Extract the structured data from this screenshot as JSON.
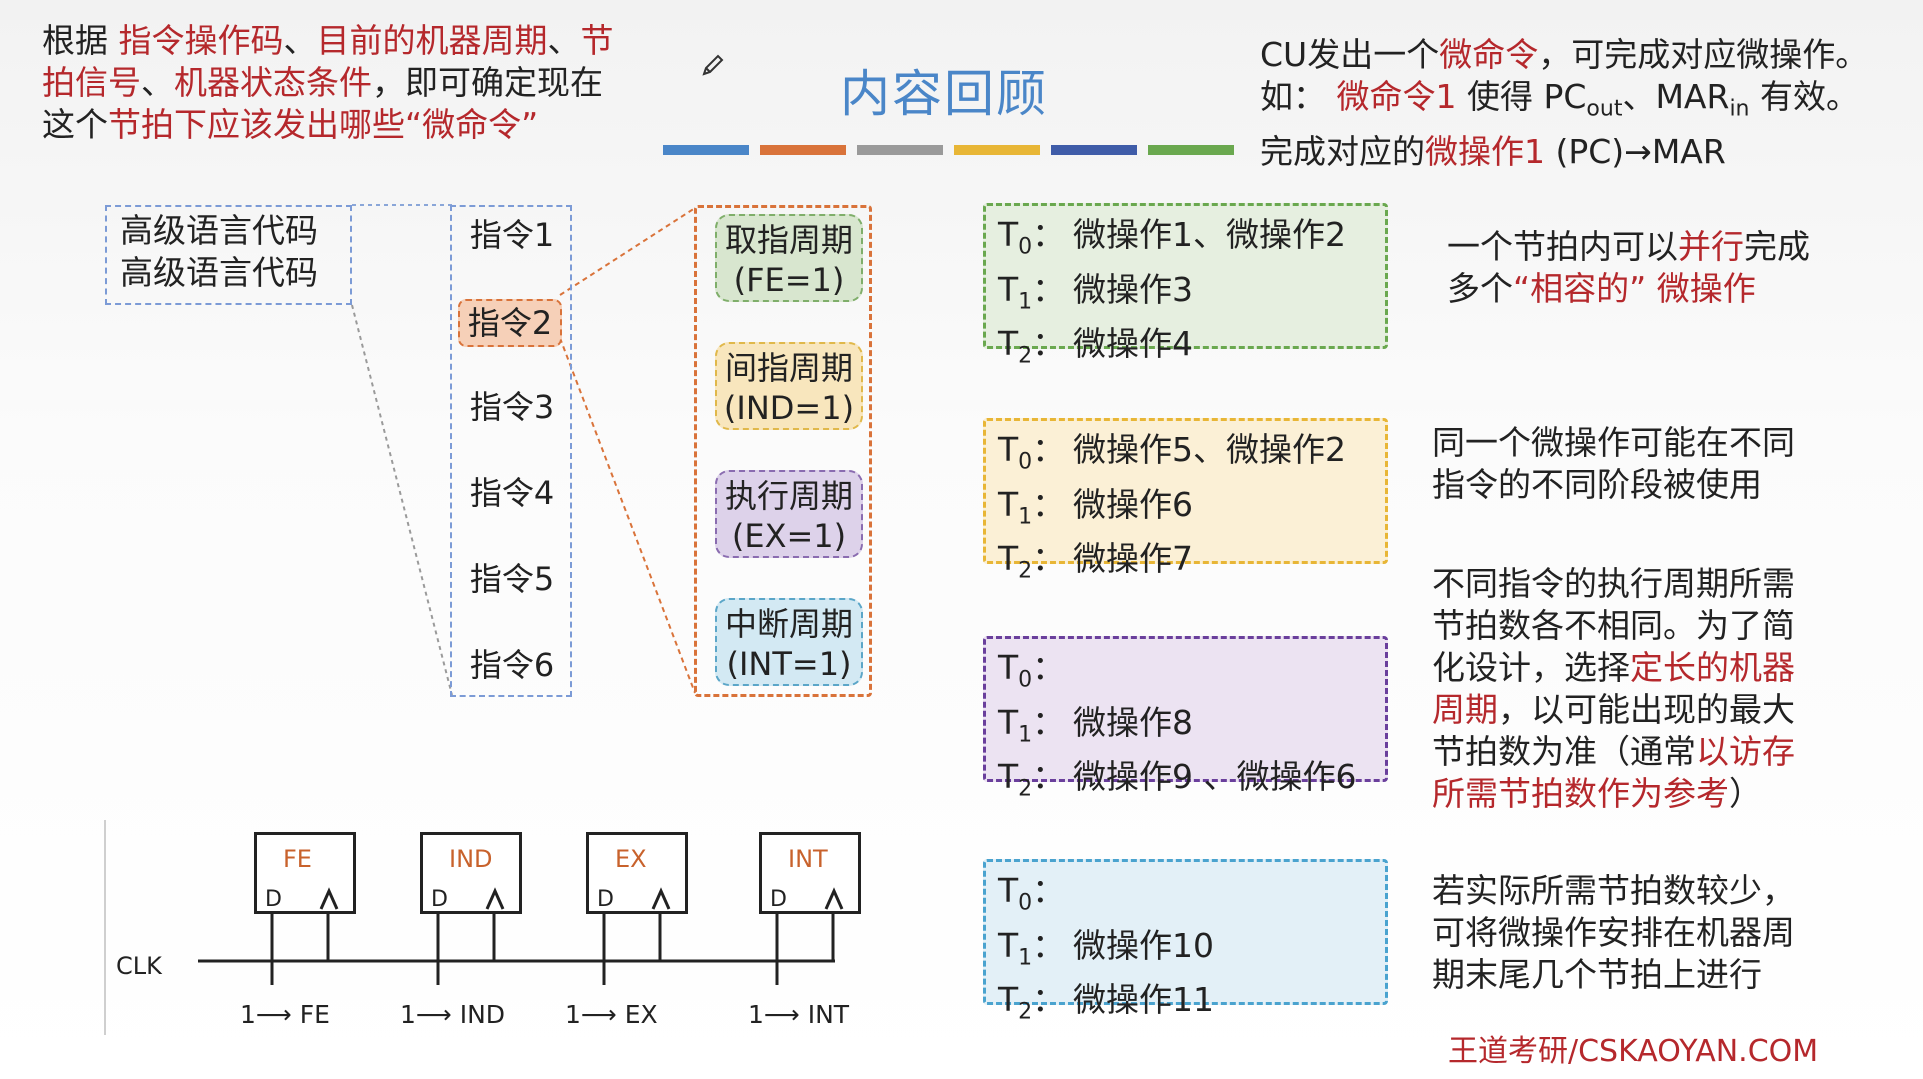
{
  "intro": {
    "line1": [
      {
        "text": "根据 ",
        "style": "normal"
      },
      {
        "text": "指令操作码",
        "style": "red"
      },
      {
        "text": "、",
        "style": "normal"
      },
      {
        "text": "目前的机器周期",
        "style": "red"
      },
      {
        "text": "、",
        "style": "normal"
      },
      {
        "text": "节",
        "style": "red"
      }
    ],
    "line2": [
      {
        "text": "拍信号",
        "style": "red"
      },
      {
        "text": "、",
        "style": "normal"
      },
      {
        "text": "机器状态条件",
        "style": "red"
      },
      {
        "text": "，即可确定现在",
        "style": "normal"
      }
    ],
    "line3": [
      {
        "text": "这个",
        "style": "normal"
      },
      {
        "text": "节拍下应该发出哪些“微命令”",
        "style": "red"
      }
    ]
  },
  "title": "内容回顾",
  "color_bars": [
    "#4a86c8",
    "#d9733a",
    "#9a9a9a",
    "#e8b636",
    "#3f5ca8",
    "#6aa84f"
  ],
  "cu_note": {
    "line1": [
      {
        "text": "CU发出一个",
        "style": "normal"
      },
      {
        "text": "微命令",
        "style": "red"
      },
      {
        "text": "，可完成对应微操作。",
        "style": "normal"
      }
    ],
    "line2_prefix": "如： ",
    "line2_red": "微命令1",
    "line2_mid": " 使得 PC",
    "line2_sub1": "out",
    "line2_sep": "、MAR",
    "line2_sub2": "in",
    "line2_suffix": " 有效。",
    "line3_prefix": "完成对应的",
    "line3_red": "微操作1",
    "line3_suffix": " (PC)→MAR"
  },
  "source_box": {
    "lines": [
      "高级语言代码",
      "高级语言代码"
    ]
  },
  "instructions": [
    "指令1",
    "指令2",
    "指令3",
    "指令4",
    "指令5",
    "指令6"
  ],
  "highlighted_instruction_index": 1,
  "cycles": [
    {
      "name": "取指周期",
      "flag": "(FE=1)",
      "bg": "#d8e6cf",
      "border": "#7fae6a"
    },
    {
      "name": "间指周期",
      "flag": "(IND=1)",
      "bg": "#f8e6bd",
      "border": "#e0b84a"
    },
    {
      "name": "执行周期",
      "flag": "(EX=1)",
      "bg": "#ddd2ea",
      "border": "#8a6cb0"
    },
    {
      "name": "中断周期",
      "flag": "(INT=1)",
      "bg": "#d3e9f3",
      "border": "#5ba6c8"
    }
  ],
  "microop_boxes": [
    {
      "border": "#6aa84f",
      "bg": "#e6efe0",
      "rows": [
        {
          "t": "T",
          "sub": "0",
          "text": "微操作1、微操作2"
        },
        {
          "t": "T",
          "sub": "1",
          "text": "微操作3"
        },
        {
          "t": "T",
          "sub": "2",
          "text": "微操作4"
        }
      ]
    },
    {
      "border": "#e8b636",
      "bg": "#fbf0d6",
      "rows": [
        {
          "t": "T",
          "sub": "0",
          "text": "微操作5、微操作2"
        },
        {
          "t": "T",
          "sub": "1",
          "text": "微操作6"
        },
        {
          "t": "T",
          "sub": "2",
          "text": "微操作7"
        }
      ]
    },
    {
      "border": "#6a3f9c",
      "bg": "#ece3f2",
      "rows": [
        {
          "t": "T",
          "sub": "0",
          "text": ""
        },
        {
          "t": "T",
          "sub": "1",
          "text": "微操作8"
        },
        {
          "t": "T",
          "sub": "2",
          "text": "微操作9 、微操作6"
        }
      ]
    },
    {
      "border": "#4aa3cf",
      "bg": "#e3f0f7",
      "rows": [
        {
          "t": "T",
          "sub": "0",
          "text": ""
        },
        {
          "t": "T",
          "sub": "1",
          "text": "微操作10"
        },
        {
          "t": "T",
          "sub": "2",
          "text": "微操作11"
        }
      ]
    }
  ],
  "colon": "：",
  "notes": {
    "n1": {
      "line1": [
        {
          "text": "一个节拍内可以",
          "style": "normal"
        },
        {
          "text": "并行",
          "style": "red"
        },
        {
          "text": "完成",
          "style": "normal"
        }
      ],
      "line2": [
        {
          "text": "多个",
          "style": "normal"
        },
        {
          "text": "“相容的”",
          "style": "red"
        },
        {
          "text": " 微操作",
          "style": "red"
        }
      ]
    },
    "n2": {
      "lines": [
        "同一个微操作可能在不同",
        "指令的不同阶段被使用"
      ]
    },
    "n3": {
      "rows": [
        [
          {
            "text": "不同指令的执行周期所需",
            "style": "normal"
          }
        ],
        [
          {
            "text": "节拍数各不相同。为了简",
            "style": "normal"
          }
        ],
        [
          {
            "text": "化设计，选择",
            "style": "normal"
          },
          {
            "text": "定长的机器",
            "style": "red"
          }
        ],
        [
          {
            "text": "周期",
            "style": "red"
          },
          {
            "text": "，以可能出现的最大",
            "style": "normal"
          }
        ],
        [
          {
            "text": "节拍数为准（通常",
            "style": "normal"
          },
          {
            "text": "以访存",
            "style": "red"
          }
        ],
        [
          {
            "text": "所需节拍数作为参考",
            "style": "red"
          },
          {
            "text": "）",
            "style": "normal"
          }
        ]
      ]
    },
    "n4": {
      "lines": [
        "若实际所需节拍数较少，",
        "可将微操作安排在机器周",
        "期末尾几个节拍上进行"
      ]
    }
  },
  "circuit": {
    "clk_label": "CLK",
    "flipflops": [
      {
        "name": "FE",
        "d": "D",
        "label": "1⟶ FE"
      },
      {
        "name": "IND",
        "d": "D",
        "label": "1⟶ IND"
      },
      {
        "name": "EX",
        "d": "D",
        "label": "1⟶ EX"
      },
      {
        "name": "INT",
        "d": "D",
        "label": "1⟶ INT"
      }
    ]
  },
  "footer": "王道考研/CSKAOYAN.COM"
}
